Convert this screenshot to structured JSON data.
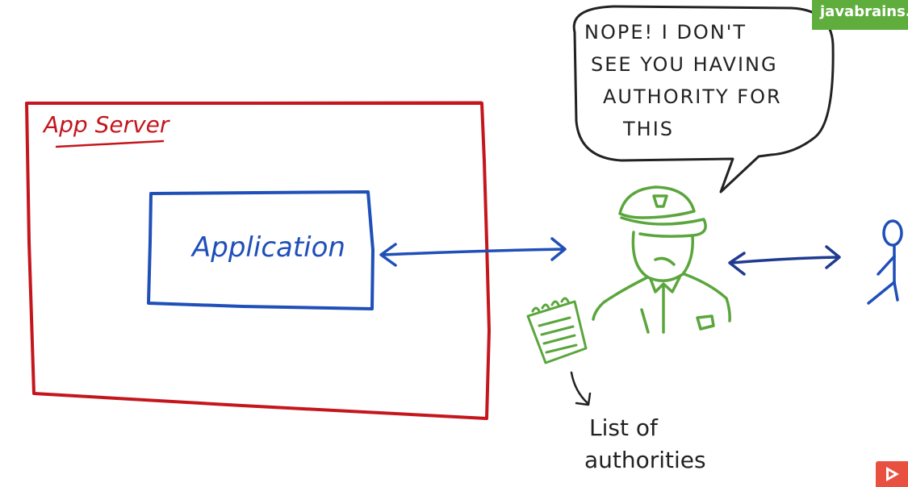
{
  "brand": {
    "label": "javabrains.i"
  },
  "diagram": {
    "app_server_label": "App Server",
    "application_label": "Application",
    "speech_bubble_lines": [
      "NOPE! I DON'T",
      "SEE YOU HAVING",
      "AUTHORITY FOR",
      "THIS"
    ],
    "list_label_line1": "List of",
    "list_label_line2": "authorities"
  },
  "colors": {
    "app_server_stroke": "#c4161c",
    "application_stroke": "#1f4fb8",
    "guard_stroke": "#5aa63c",
    "ink": "#222222",
    "brand_bg": "#5fae3d",
    "play_bg": "#e8503f"
  },
  "icons": {
    "guard": "security-guard-icon",
    "user": "stick-figure-icon",
    "notepad": "notepad-icon",
    "play": "play-icon"
  }
}
